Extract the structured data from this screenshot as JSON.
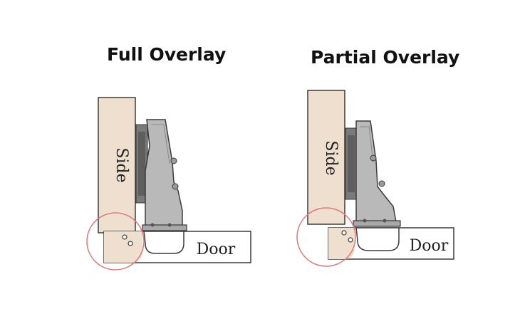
{
  "diagrams": [
    {
      "title": "Full Overlay",
      "side_label": "Side",
      "door_label": "Door"
    },
    {
      "title": "Partial Overlay",
      "side_label": "Side",
      "door_label": "Door"
    }
  ],
  "colors": {
    "wood": "#eedfcf",
    "wood_edge": "#d8b78f",
    "hinge_fill": "#b9b9b9",
    "hinge_dark": "#7a7a7a",
    "outline": "#3b3b3b",
    "highlight_circle": "#e07a7a"
  }
}
